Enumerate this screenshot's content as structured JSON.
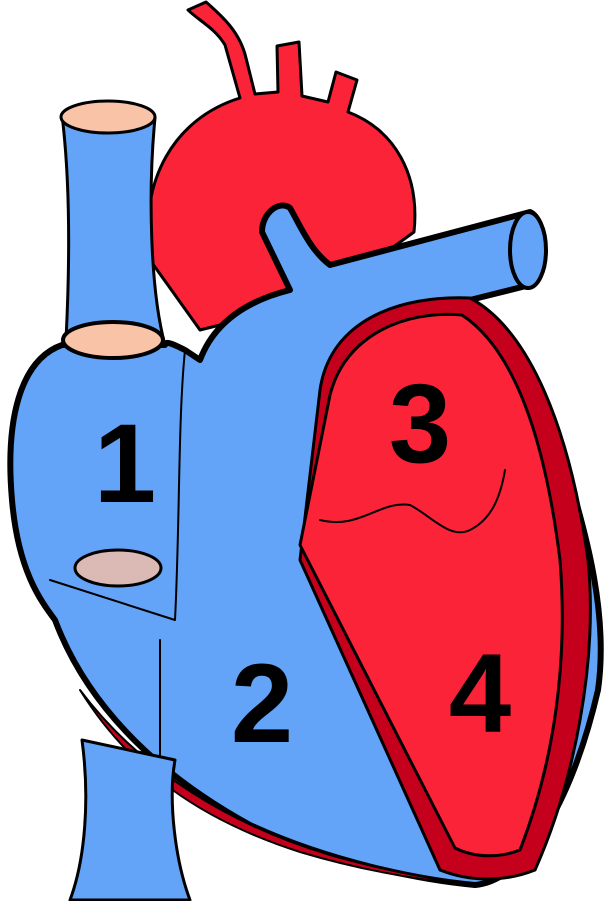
{
  "diagram": {
    "subject": "heart",
    "labels": [
      {
        "id": "1",
        "text": "1"
      },
      {
        "id": "2",
        "text": "2"
      },
      {
        "id": "3",
        "text": "3"
      },
      {
        "id": "4",
        "text": "4"
      }
    ],
    "colors": {
      "deoxygenated_blue": "#63a4f8",
      "oxygenated_red": "#fb2338",
      "muscle_dark_red": "#c4001c",
      "vessel_opening": "#f8c3a6",
      "valve_opening": "#dbb9b5",
      "outline": "#000000"
    }
  }
}
